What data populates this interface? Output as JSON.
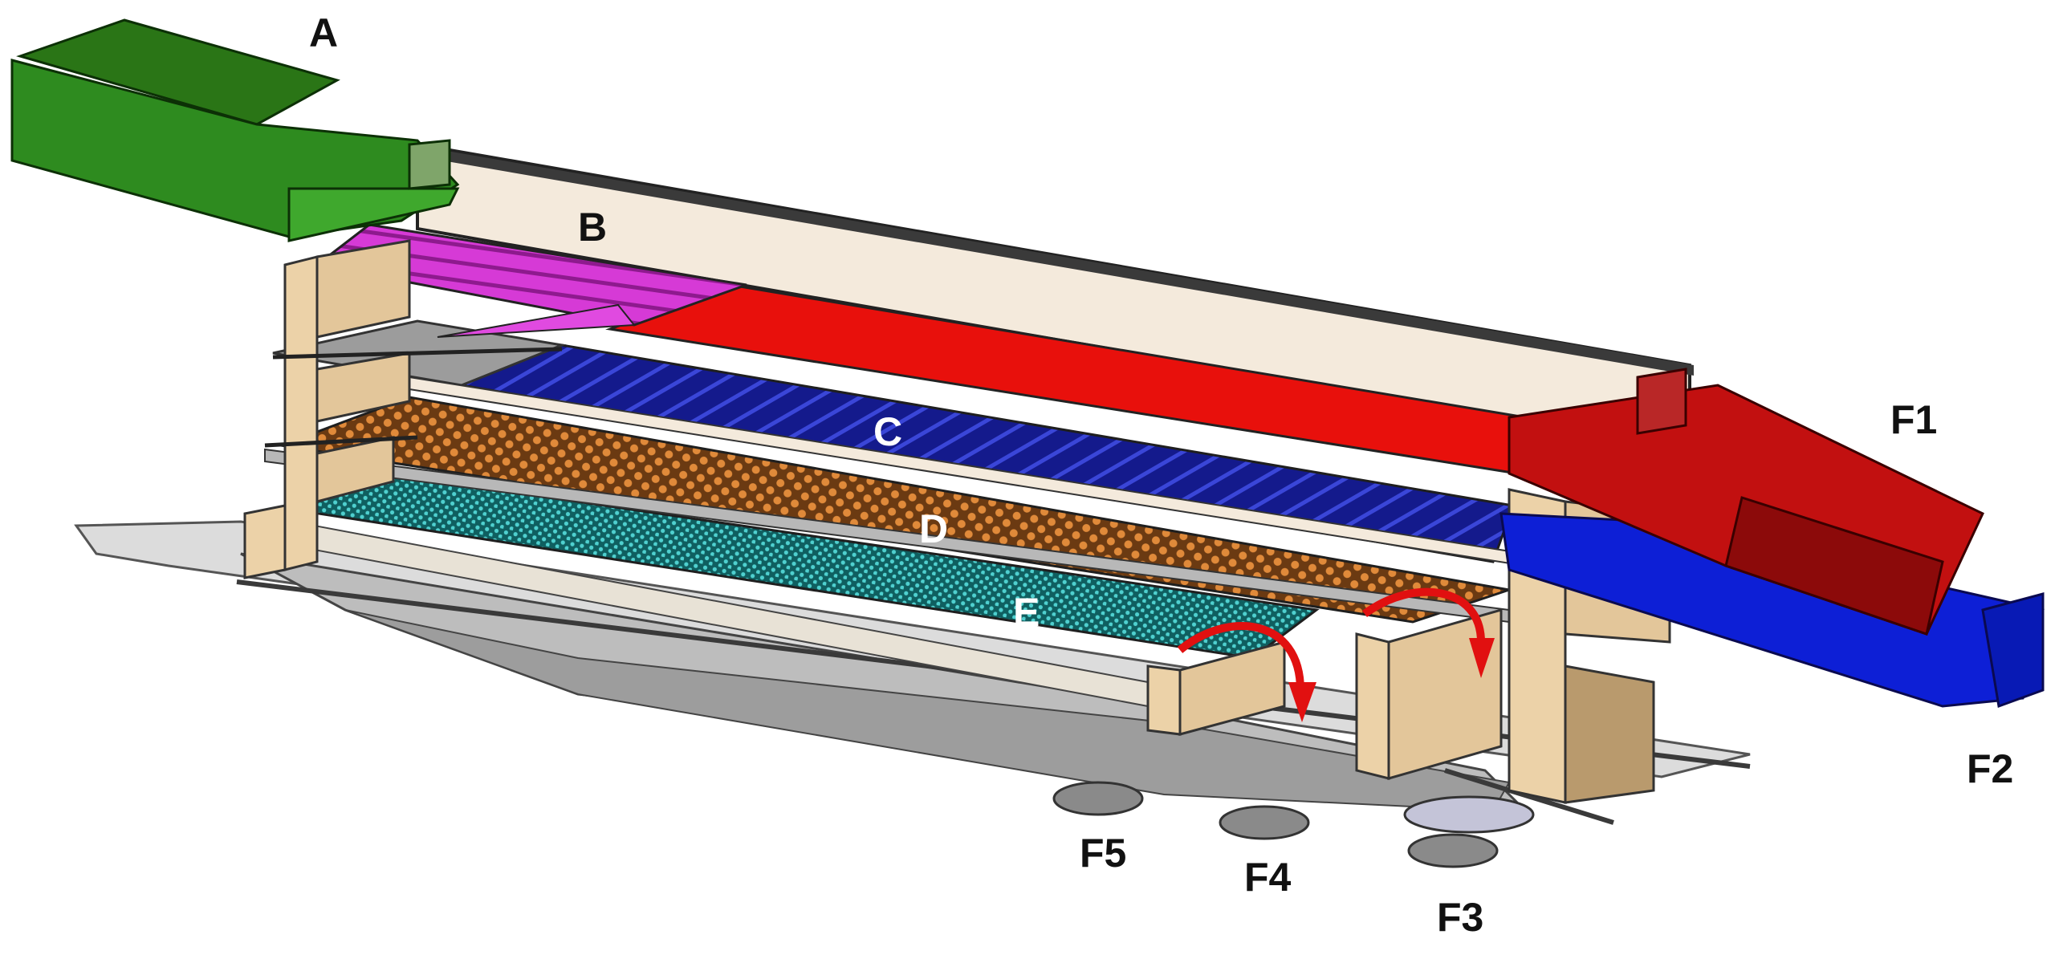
{
  "labels": {
    "A": "A",
    "B": "B",
    "C": "C",
    "D": "D",
    "E": "E",
    "F1": "F1",
    "F2": "F2",
    "F3": "F3",
    "F4": "F4",
    "F5": "F5"
  },
  "colors": {
    "hopper": "#2e8b1f",
    "top_screen": "#d63ad6",
    "chute_red": "#e8100c",
    "chute_red_dark": "#b10d0d",
    "screen_c": "#141a8c",
    "screen_d": "#b9651c",
    "screen_e": "#1a8f8f",
    "outlet_blue": "#0d1fd6",
    "frame_wood": "#ecd2a8",
    "frame_panel": "#f4eadc",
    "base_gray": "#c9c9c9",
    "flow_arrow": "#e11010"
  }
}
